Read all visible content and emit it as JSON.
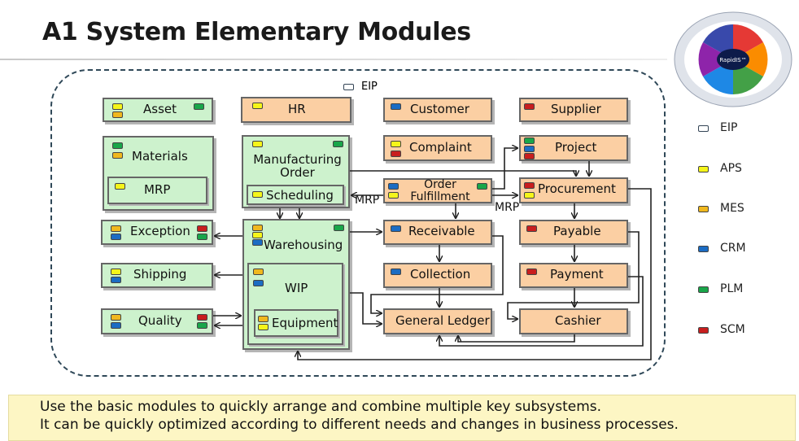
{
  "title": "A1 System Elementary Modules",
  "eip_label": "EIP",
  "colors": {
    "EIP": "#ffffff",
    "APS": "#f5f51a",
    "MES": "#f0b81e",
    "CRM": "#1b6cc3",
    "PLM": "#19a64a",
    "SCM": "#c81e1e"
  },
  "legend": [
    {
      "label": "EIP",
      "key": "eip"
    },
    {
      "label": "APS",
      "key": "aps"
    },
    {
      "label": "MES",
      "key": "mes"
    },
    {
      "label": "CRM",
      "key": "crm"
    },
    {
      "label": "PLM",
      "key": "plm"
    },
    {
      "label": "SCM",
      "key": "scm"
    }
  ],
  "modules": {
    "asset": "Asset",
    "hr": "HR",
    "customer": "Customer",
    "supplier": "Supplier",
    "materials": "Materials",
    "mrp": "MRP",
    "manufacturing_order": "Manufacturing Order",
    "scheduling": "Scheduling",
    "complaint": "Complaint",
    "project": "Project",
    "order_fulfillment": "Order Fulfillment",
    "procurement": "Procurement",
    "exception": "Exception",
    "warehousing": "Warehousing",
    "receivable": "Receivable",
    "payable": "Payable",
    "shipping": "Shipping",
    "wip": "WIP",
    "collection": "Collection",
    "payment": "Payment",
    "quality": "Quality",
    "equipment": "Equipment",
    "general_ledger": "General Ledger",
    "cashier": "Cashier"
  },
  "flow_labels": {
    "mrp_left": "MRP",
    "mrp_right": "MRP"
  },
  "cycle_center": "RapidIS™",
  "footer": {
    "line1": "Use the basic modules to quickly arrange and combine multiple key subsystems.",
    "line2": "It can be quickly optimized according to different needs and changes in business processes."
  }
}
